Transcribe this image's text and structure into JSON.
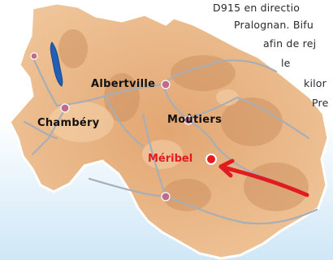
{
  "map": {
    "places": [
      {
        "id": "albertville",
        "name": "Albertville"
      },
      {
        "id": "chambery",
        "name": "Chambéry"
      },
      {
        "id": "moutiers",
        "name": "Moûtiers"
      }
    ],
    "destination": {
      "name": "Méribel",
      "color": "#e11b22"
    },
    "region_fill": "#e6b07e",
    "lake_color": "#1f5fb5",
    "road_color": "#a9aeb4",
    "town_marker_color": "#c06b8a"
  },
  "directions_text": [
    "D915  en  directio",
    "Pralognan.  Bifu",
    "afin  de  rej",
    "le",
    "kilor",
    "Pre"
  ]
}
